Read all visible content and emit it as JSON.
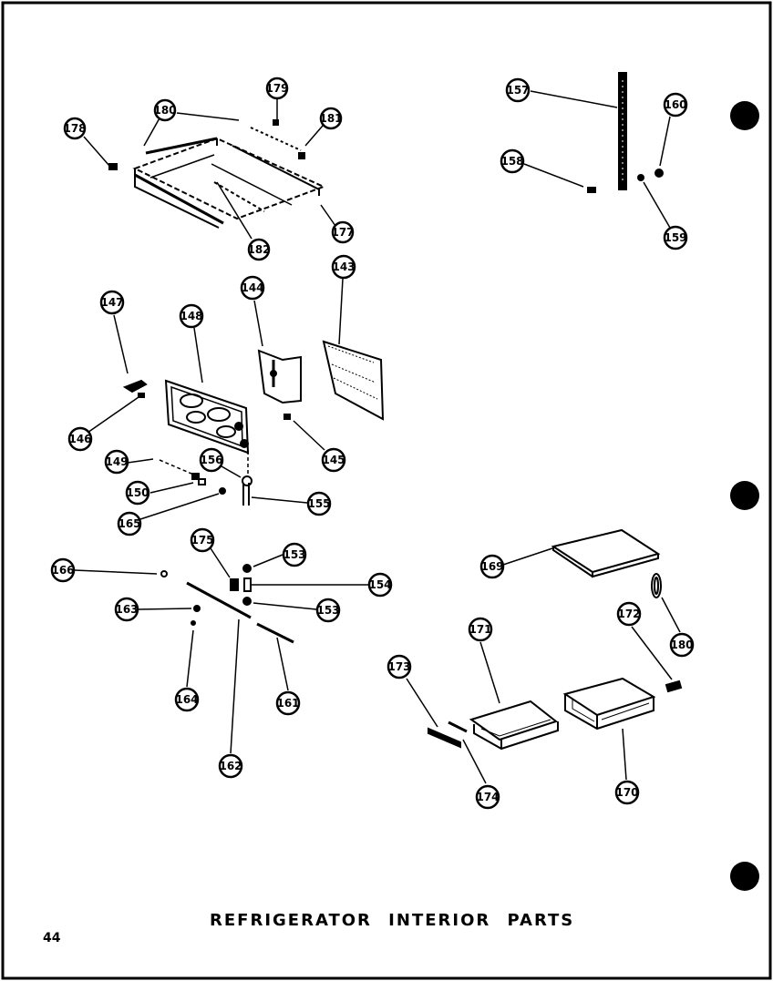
{
  "title": "REFRIGERATOR  INTERIOR  PARTS",
  "page_number": "44",
  "callouts": [
    {
      "id": "c179a",
      "label": "179"
    },
    {
      "id": "c178",
      "label": "178"
    },
    {
      "id": "c180a",
      "label": "180"
    },
    {
      "id": "c181",
      "label": "181"
    },
    {
      "id": "c182",
      "label": "182"
    },
    {
      "id": "c177",
      "label": "177"
    },
    {
      "id": "c157",
      "label": "157"
    },
    {
      "id": "c160a",
      "label": "160"
    },
    {
      "id": "c158",
      "label": "158"
    },
    {
      "id": "c159",
      "label": "159"
    },
    {
      "id": "c143",
      "label": "143"
    },
    {
      "id": "c144",
      "label": "144"
    },
    {
      "id": "c147",
      "label": "147"
    },
    {
      "id": "c146",
      "label": "146"
    },
    {
      "id": "c148",
      "label": "148"
    },
    {
      "id": "c145",
      "label": "145"
    },
    {
      "id": "c149",
      "label": "149"
    },
    {
      "id": "c156",
      "label": "156"
    },
    {
      "id": "c150",
      "label": "150"
    },
    {
      "id": "c155",
      "label": "155"
    },
    {
      "id": "c165",
      "label": "165"
    },
    {
      "id": "c175",
      "label": "175"
    },
    {
      "id": "c153a",
      "label": "153"
    },
    {
      "id": "c166",
      "label": "166"
    },
    {
      "id": "c154",
      "label": "154"
    },
    {
      "id": "c163",
      "label": "163"
    },
    {
      "id": "c153b",
      "label": "153"
    },
    {
      "id": "c164",
      "label": "164"
    },
    {
      "id": "c161",
      "label": "161"
    },
    {
      "id": "c162",
      "label": "162"
    },
    {
      "id": "c169",
      "label": "169"
    },
    {
      "id": "c180b",
      "label": "180"
    },
    {
      "id": "c171",
      "label": "171"
    },
    {
      "id": "c172",
      "label": "172"
    },
    {
      "id": "c173",
      "label": "173"
    },
    {
      "id": "c174",
      "label": "174"
    },
    {
      "id": "c170",
      "label": "170"
    }
  ]
}
